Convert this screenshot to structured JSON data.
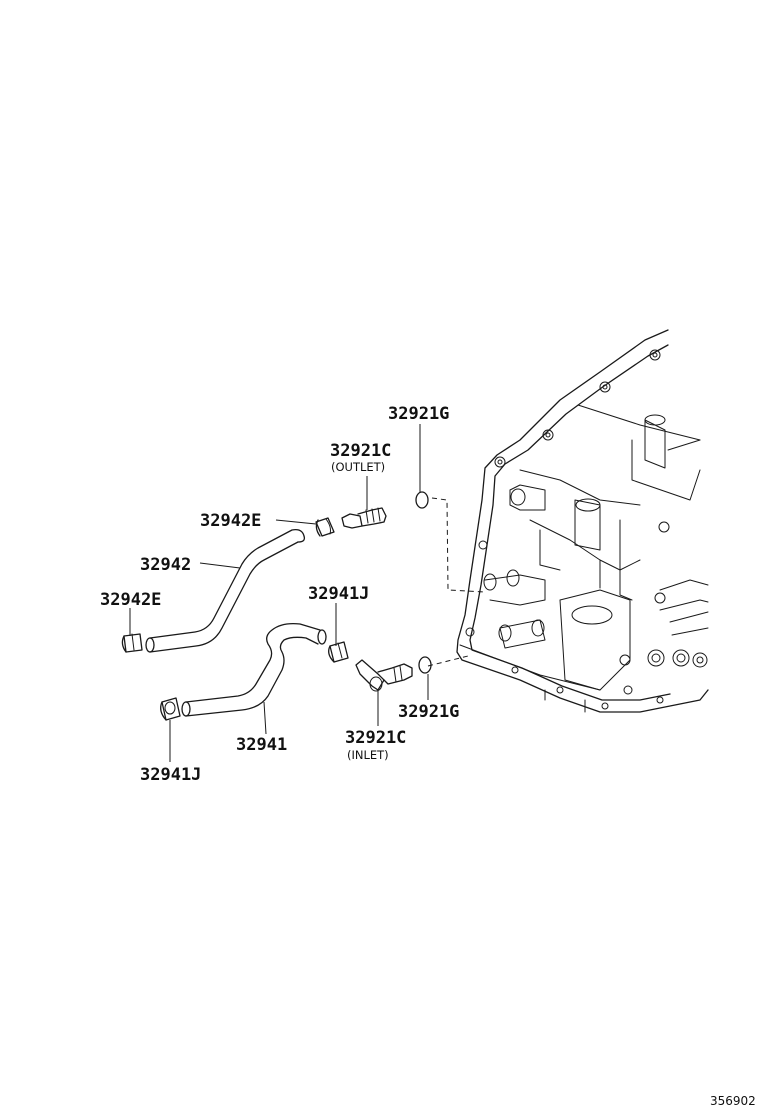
{
  "labels": {
    "p32921g_top": "32921G",
    "p32921c_top": "32921C",
    "outlet": "(OUTLET)",
    "p32942e_top": "32942E",
    "p32942": "32942",
    "p32942e_left": "32942E",
    "p32941j_mid": "32941J",
    "p32941": "32941",
    "p32941j_bottom": "32941J",
    "p32921c_bottom": "32921C",
    "inlet": "(INLET)",
    "p32921g_bottom": "32921G"
  },
  "reference_code": "356902"
}
